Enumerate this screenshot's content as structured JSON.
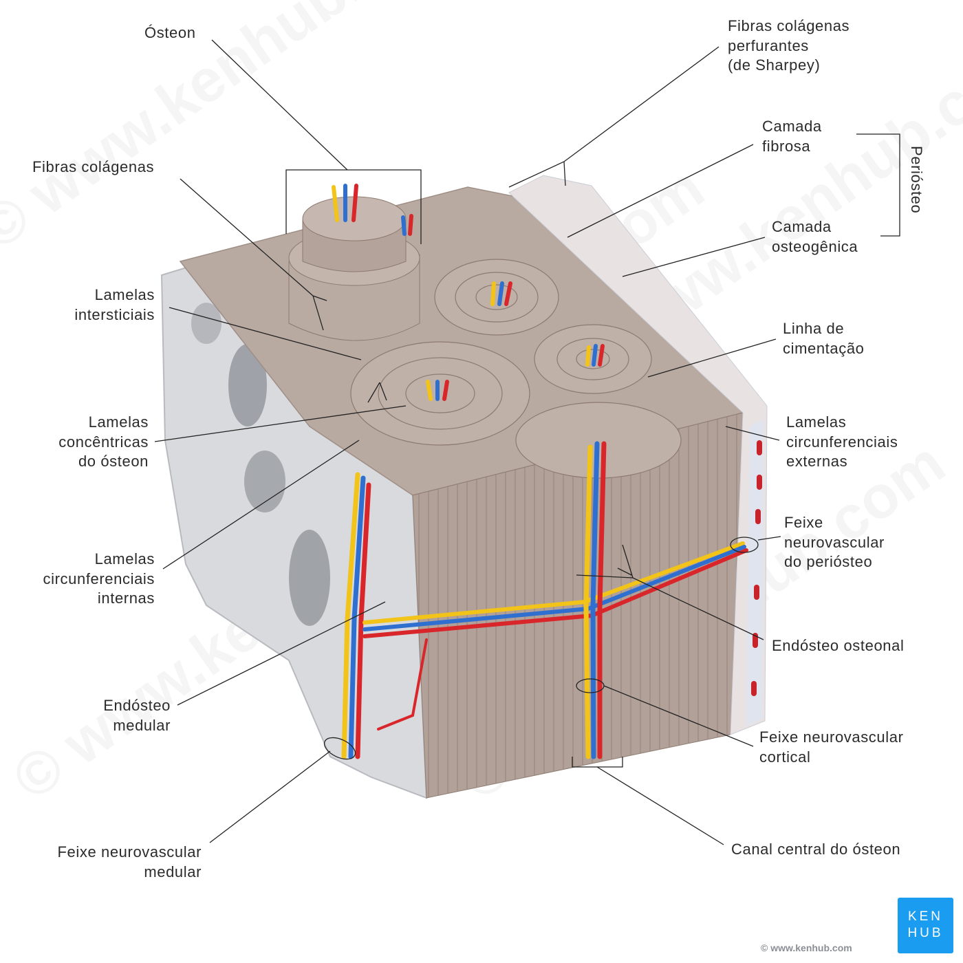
{
  "watermark": "© www.kenhub.com",
  "labels": {
    "osteon": "Ósteon",
    "fibras_perfurantes": [
      "Fibras colágenas",
      "perfurantes",
      "(de Sharpey)"
    ],
    "camada_fibrosa": [
      "Camada",
      "fibrosa"
    ],
    "periosteo": "Periósteo",
    "camada_osteogenica": [
      "Camada",
      "osteogênica"
    ],
    "fibras_colagenas": "Fibras colágenas",
    "lamelas_intersticiais": [
      "Lamelas",
      "intersticiais"
    ],
    "linha_cimentacao": [
      "Linha de",
      "cimentação"
    ],
    "lamelas_concentricas": [
      "Lamelas",
      "concêntricas",
      "do ósteon"
    ],
    "lamelas_circ_externas": [
      "Lamelas",
      "circunferenciais",
      "externas"
    ],
    "lamelas_circ_internas": [
      "Lamelas",
      "circunferenciais",
      "internas"
    ],
    "feixe_periosteo": [
      "Feixe",
      "neurovascular",
      "do periósteo"
    ],
    "endosteo_osteonal": "Endósteo osteonal",
    "endosteo_medular": [
      "Endósteo",
      "medular"
    ],
    "feixe_cortical": [
      "Feixe neurovascular",
      "cortical"
    ],
    "canal_central": "Canal central do ósteon",
    "feixe_medular": [
      "Feixe neurovascular",
      "medular"
    ]
  },
  "logo": {
    "line1": "KEN",
    "line2": "HUB",
    "copyright": "© www.kenhub.com",
    "color": "#1a9cf0"
  },
  "colors": {
    "artery": "#d9262b",
    "vein": "#2f6fd0",
    "nerve": "#f2c318",
    "bone": "#b3a49c",
    "spongy": "#dcdde0"
  }
}
